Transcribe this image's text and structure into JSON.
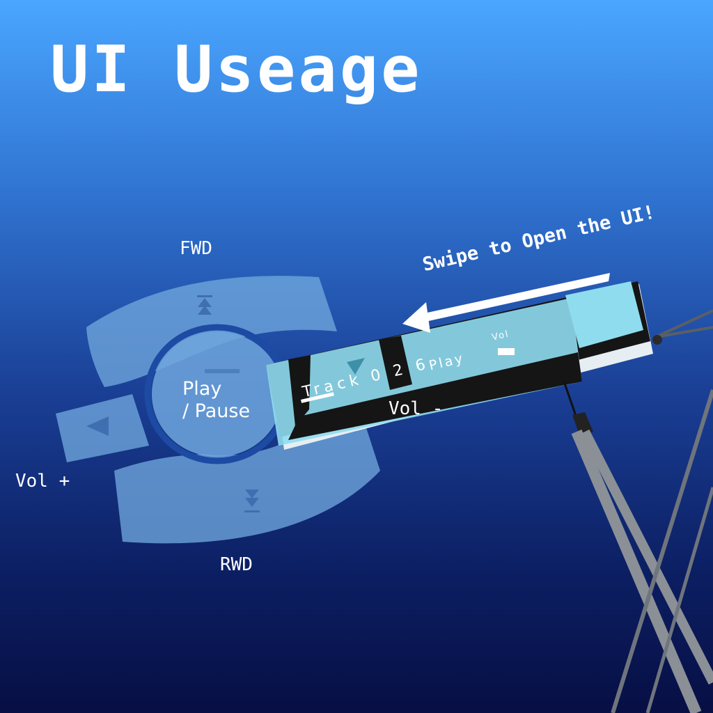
{
  "title": "UI Useage",
  "controls": {
    "fwd": "FWD",
    "rwd": "RWD",
    "vol_plus": "Vol +",
    "vol_minus": "Vol -",
    "play_pause_line1": "Play",
    "play_pause_line2": "/ Pause"
  },
  "hint": {
    "swipe": "Swipe to Open the UI!"
  },
  "device_screen": {
    "track": "Track 0 2 6",
    "status": "Play",
    "vol_label": "Vol"
  },
  "icons": {
    "fwd": "skip-forward-icon",
    "rwd": "skip-back-icon",
    "vol_plus": "triangle-left-icon",
    "play_pause": "play-pause-icon",
    "swipe_arrow": "arrow-left-icon"
  },
  "colors": {
    "bg_top": "#4aa6ff",
    "bg_bottom": "#070f44",
    "ring_panel": "#6fa6dd",
    "device_screen": "#8fdcef",
    "device_body": "#151515"
  }
}
